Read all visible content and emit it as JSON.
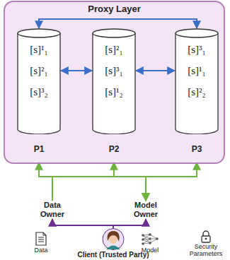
{
  "diagram": {
    "nodes": [
      {
        "text": [
          "Proxy Layer"
        ]
      },
      {
        "text": [
          "[s]¹₁",
          "[s]²₁",
          "[s]³₂",
          "P1"
        ],
        "in": 0
      },
      {
        "text": [
          "[s]²₁",
          "[s]³₁",
          "[s]¹₂",
          "P2"
        ],
        "in": 0
      },
      {
        "text": [
          "[s]³₁",
          "[s]¹₁",
          "[s]²₂",
          "P3"
        ],
        "in": 0
      },
      {
        "text": [
          "Data Owner"
        ]
      },
      {
        "text": [
          "Model Owner"
        ]
      },
      {
        "text": [
          "Client (Trusted Party)"
        ]
      }
    ],
    "edges": [
      {
        "from": 1,
        "to": 2,
        "arrow": "both"
      },
      {
        "from": 2,
        "to": 3,
        "arrow": "both"
      },
      {
        "from": 1,
        "to": 3,
        "arrow": "both"
      },
      {
        "from": 4,
        "to": 1,
        "arrow": "to"
      },
      {
        "from": 4,
        "to": 2,
        "arrow": "to"
      },
      {
        "from": 4,
        "to": 3,
        "arrow": "to"
      },
      {
        "from": 1,
        "to": 5,
        "arrow": "to"
      },
      {
        "from": 2,
        "to": 5,
        "arrow": "to"
      },
      {
        "from": 3,
        "to": 5,
        "arrow": "to"
      },
      {
        "from": 6,
        "to": 4,
        "arrow": "to"
      },
      {
        "from": 6,
        "to": 5,
        "arrow": "to"
      }
    ],
    "labels": [
      "Data",
      "Model",
      "Security Parameters"
    ]
  }
}
